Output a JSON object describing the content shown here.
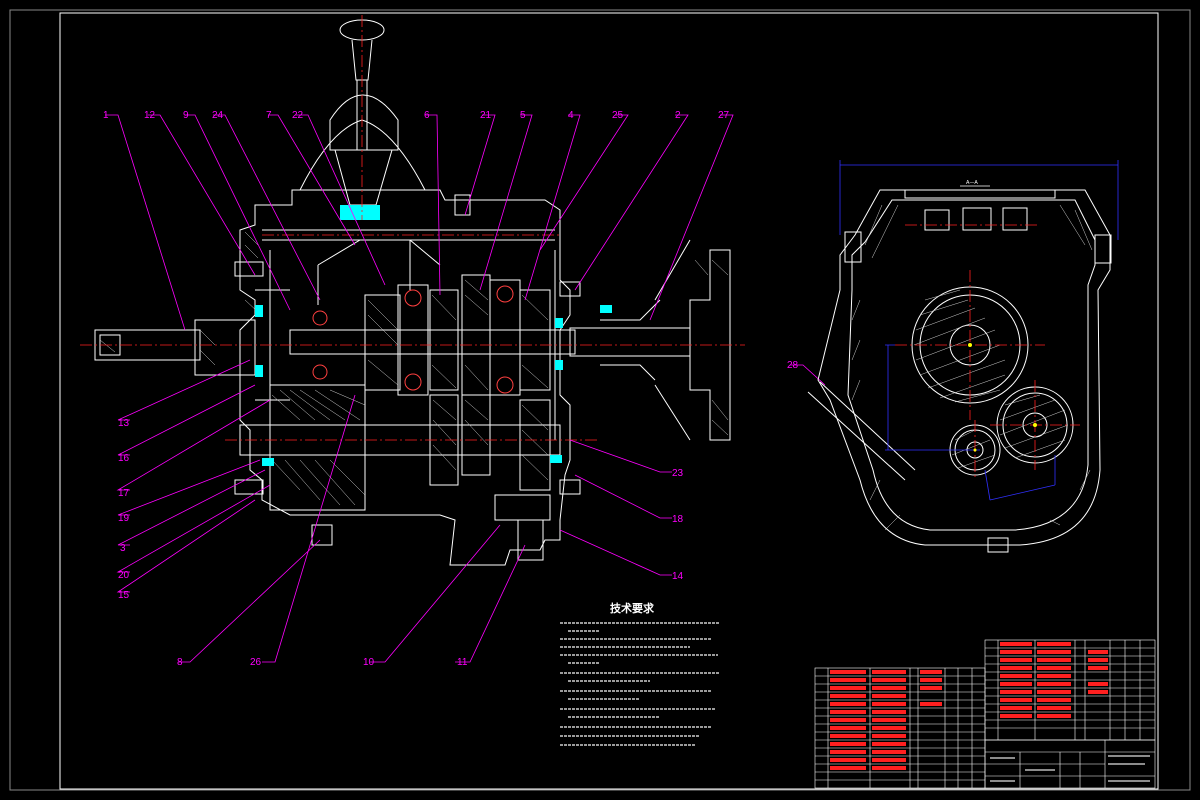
{
  "colors": {
    "background": "#000000",
    "outline": "#ffffff",
    "callout": "#ff00ff",
    "centerline": "#ff2020",
    "dimension": "#3030ff",
    "bearing": "#00ffff",
    "hatch": "#d0d0d0",
    "highlight": "#ffff00"
  },
  "callouts": [
    {
      "id": "1",
      "text": "1"
    },
    {
      "id": "12",
      "text": "12"
    },
    {
      "id": "9",
      "text": "9"
    },
    {
      "id": "24",
      "text": "24"
    },
    {
      "id": "7",
      "text": "7"
    },
    {
      "id": "22",
      "text": "22"
    },
    {
      "id": "6",
      "text": "6"
    },
    {
      "id": "21",
      "text": "21"
    },
    {
      "id": "5",
      "text": "5"
    },
    {
      "id": "4",
      "text": "4"
    },
    {
      "id": "25",
      "text": "25"
    },
    {
      "id": "2",
      "text": "2"
    },
    {
      "id": "27",
      "text": "27"
    },
    {
      "id": "13",
      "text": "13"
    },
    {
      "id": "16",
      "text": "16"
    },
    {
      "id": "17",
      "text": "17"
    },
    {
      "id": "19",
      "text": "19"
    },
    {
      "id": "3",
      "text": "3"
    },
    {
      "id": "20",
      "text": "20"
    },
    {
      "id": "15",
      "text": "15"
    },
    {
      "id": "8",
      "text": "8"
    },
    {
      "id": "26",
      "text": "26"
    },
    {
      "id": "10",
      "text": "10"
    },
    {
      "id": "11",
      "text": "11"
    },
    {
      "id": "23",
      "text": "23"
    },
    {
      "id": "18",
      "text": "18"
    },
    {
      "id": "14",
      "text": "14"
    },
    {
      "id": "28",
      "text": "28"
    }
  ],
  "technical_requirements": {
    "title": "技术要求"
  },
  "section_mark": "A—A"
}
